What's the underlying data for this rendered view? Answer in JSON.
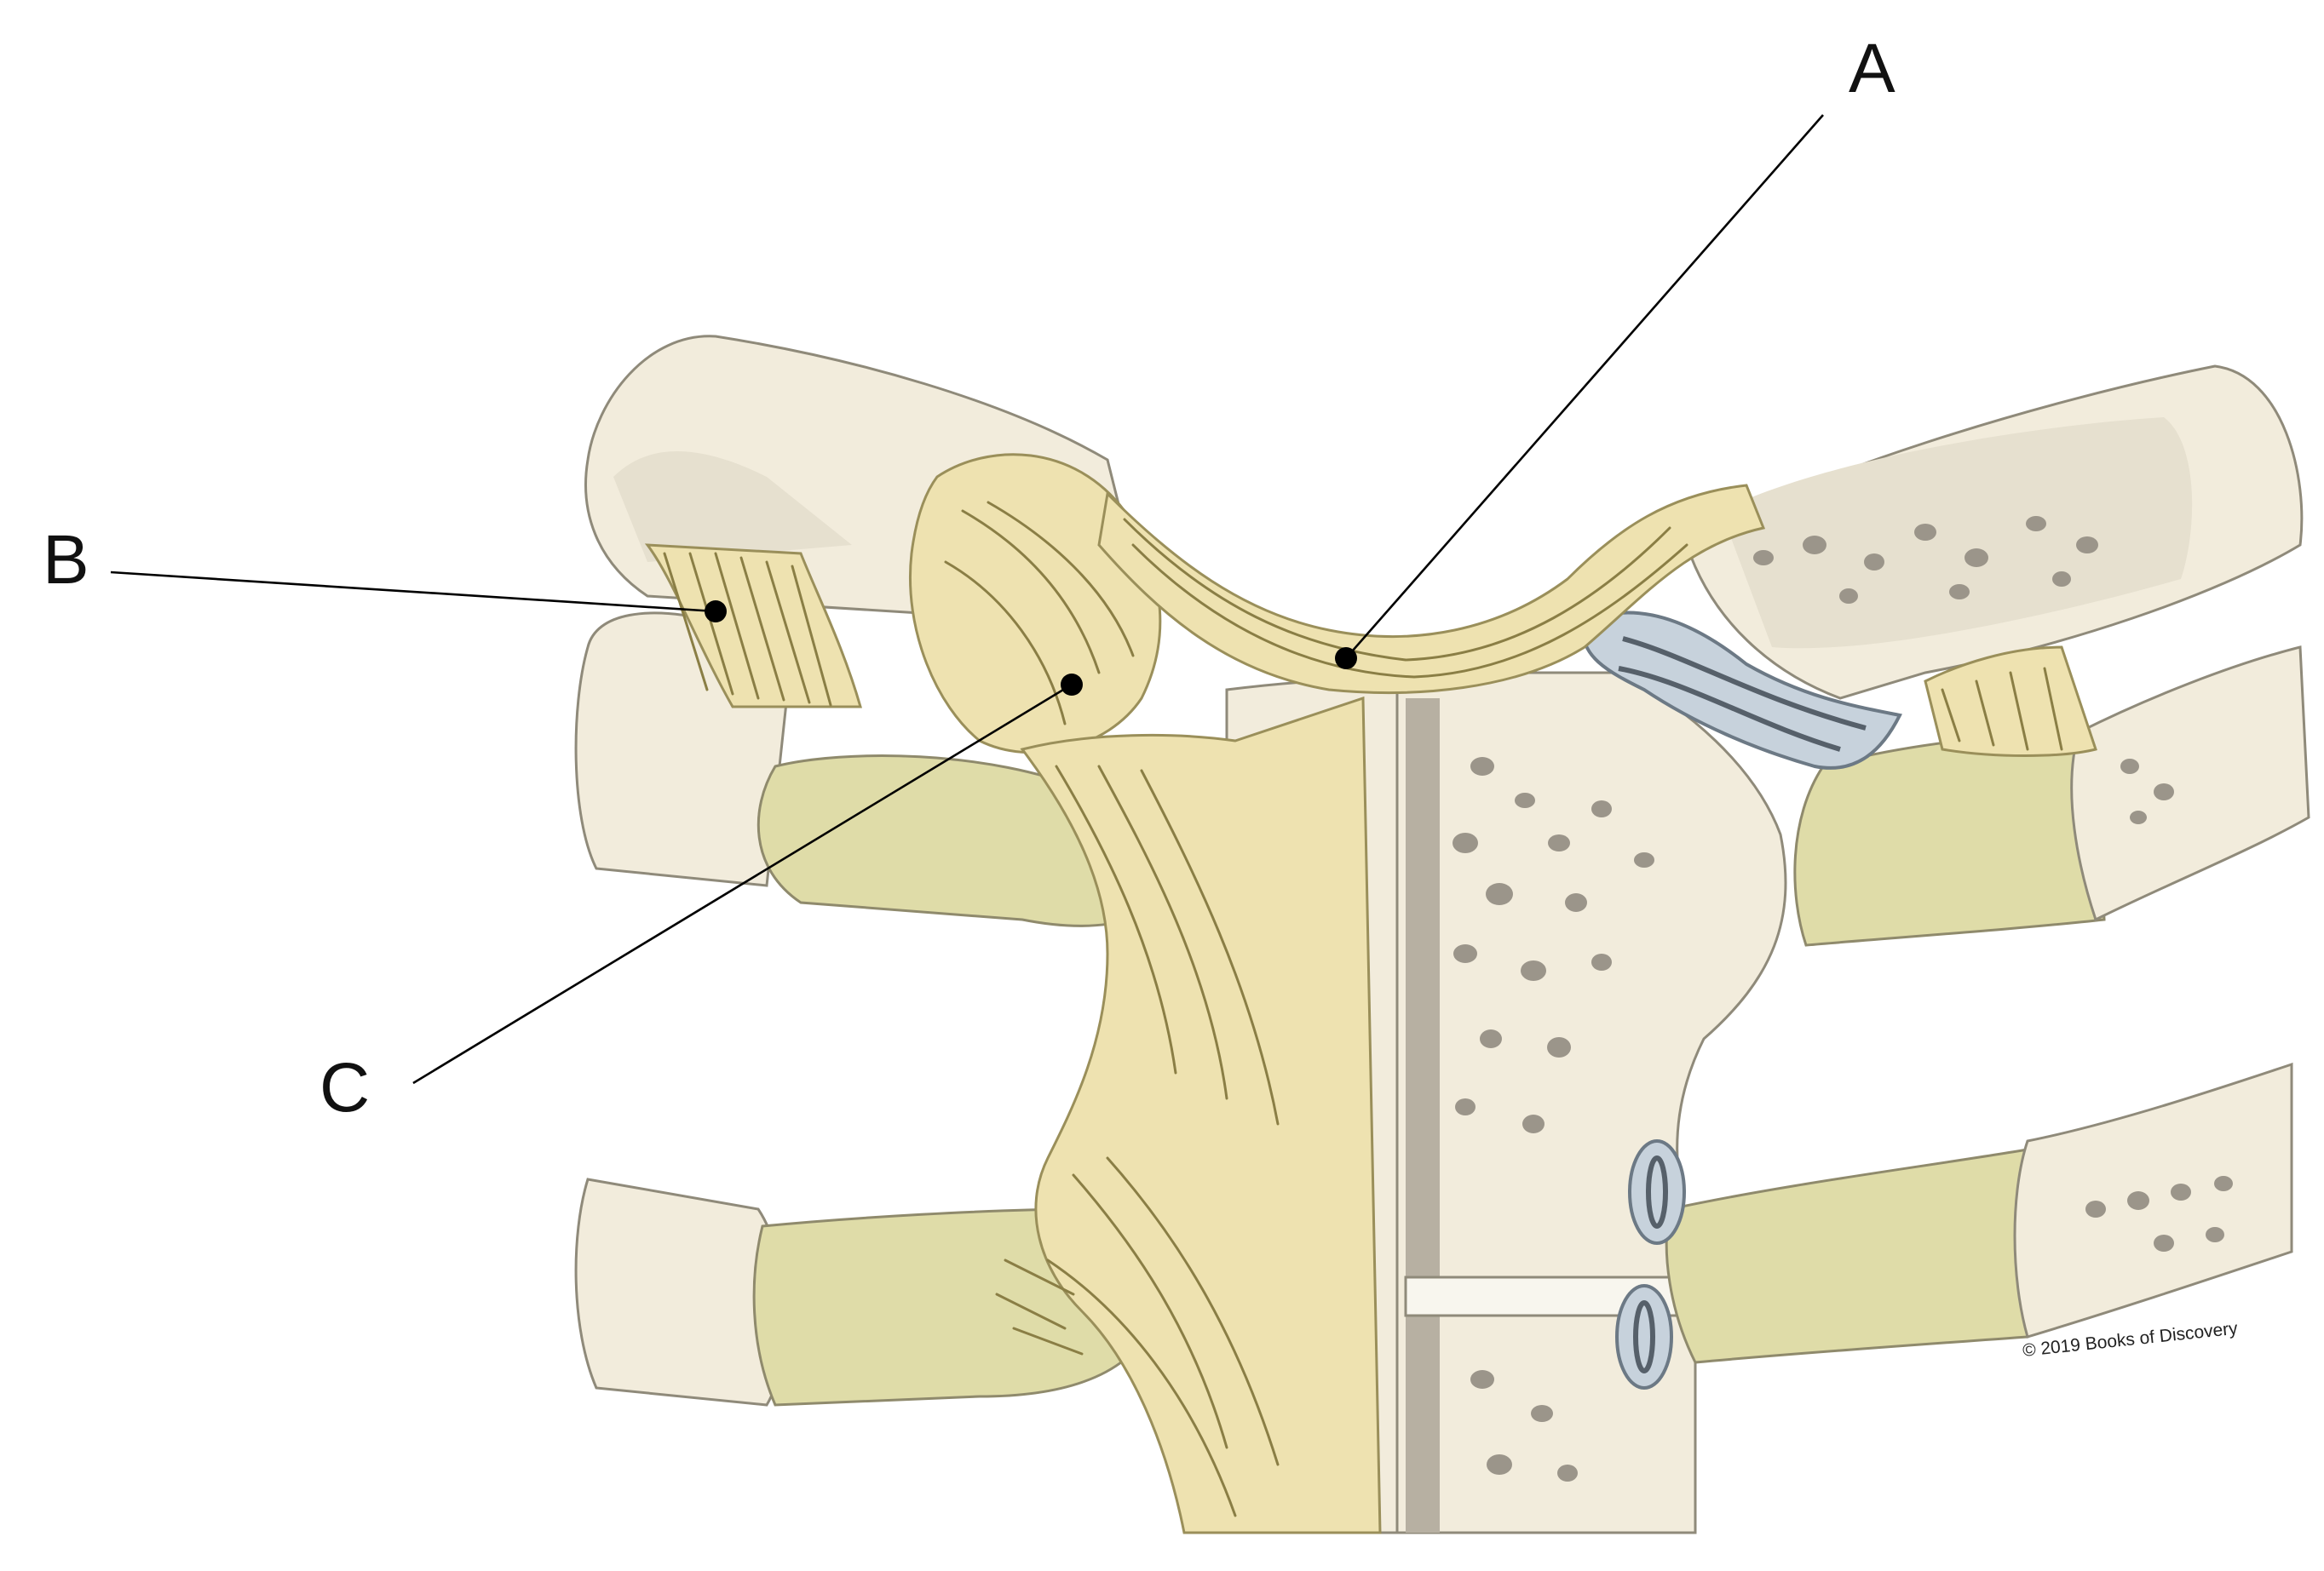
{
  "labels": {
    "a": "A",
    "b": "B",
    "c": "C"
  },
  "copyright": "© 2019 Books of Discovery",
  "colors": {
    "bone": "#f2ecdc",
    "ligament": "#eee2b0",
    "cartilage": "#dfdca8",
    "disc": "#c7d2dc",
    "line": "#000000"
  }
}
